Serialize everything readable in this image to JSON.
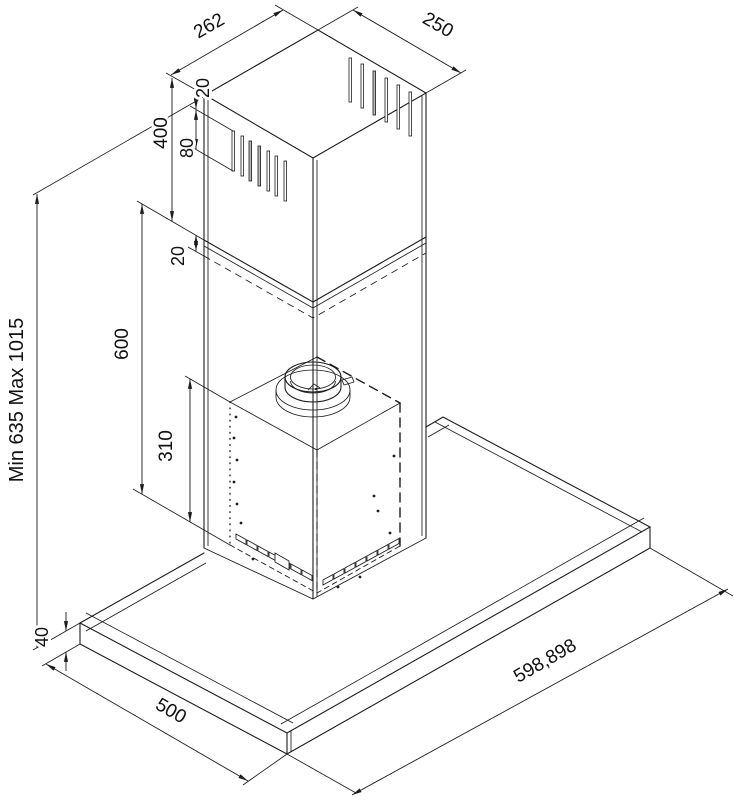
{
  "figure": {
    "kind": "isometric dimensional drawing",
    "subject": "chimney cooker hood",
    "line_color": "#1c1c1c",
    "background": "#ffffff"
  },
  "dimensions": {
    "chimney_top_width": "262",
    "chimney_top_depth": "250",
    "vent_offset_from_top": "20",
    "vent_band_height": "80",
    "upper_section_height": "400",
    "section_overlap": "20",
    "lower_section_height": "600",
    "inner_body_height": "310",
    "overall_height_range": "Min 635 Max 1015",
    "base_thickness": "40",
    "base_depth": "500",
    "base_width": "598,898"
  }
}
